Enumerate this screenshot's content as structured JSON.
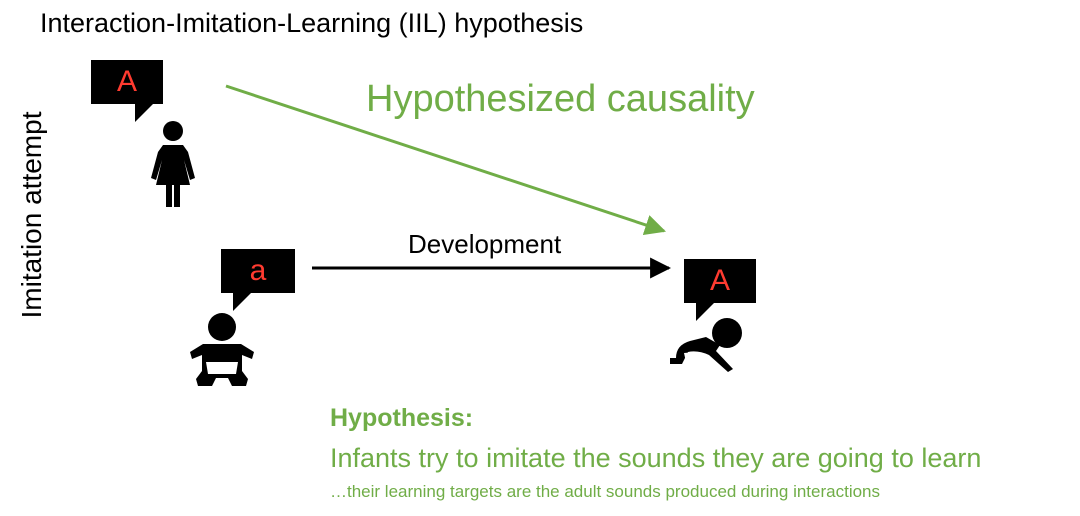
{
  "title": "Interaction-Imitation-Learning (IIL) hypothesis",
  "y_axis_label": "Imitation attempt",
  "causality_label": "Hypothesized causality",
  "development_label": "Development",
  "bubbles": {
    "adult": "A",
    "infant": "a",
    "crawler": "A"
  },
  "hypothesis": {
    "heading": "Hypothesis:",
    "text": "Infants try to imitate the sounds they are going to learn",
    "note": "…their learning targets are the adult sounds produced during interactions"
  },
  "colors": {
    "accent_green": "#70ad47",
    "bubble_letter_red": "#ff3b30",
    "bubble_black": "#000000"
  },
  "icons": [
    "adult-woman-icon",
    "seated-baby-icon",
    "crawling-baby-icon"
  ]
}
